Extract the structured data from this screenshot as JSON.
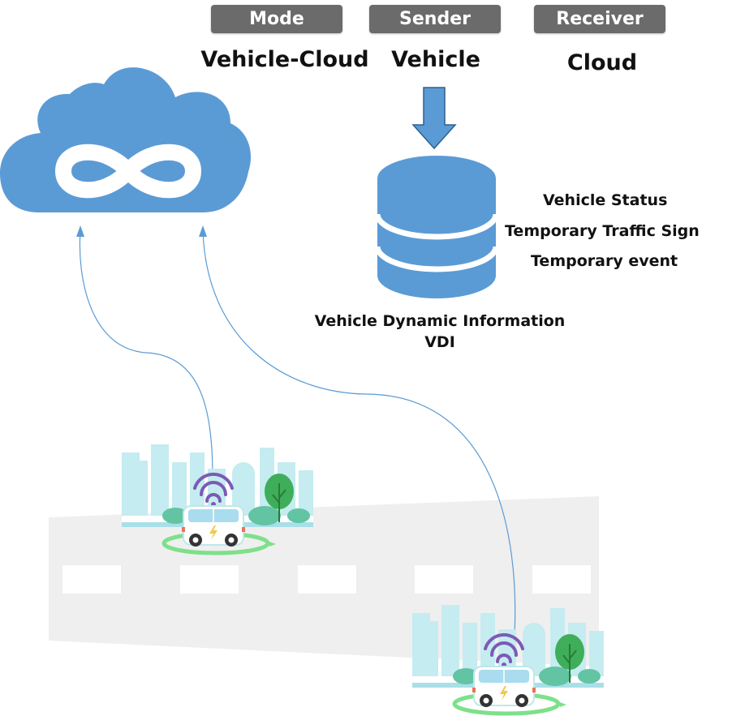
{
  "header": {
    "mode_label": "Mode",
    "sender_label": "Sender",
    "receiver_label": "Receiver",
    "mode_value": "Vehicle-Cloud",
    "sender_value": "Vehicle",
    "receiver_value": "Cloud"
  },
  "database": {
    "attributes": [
      "Vehicle Status",
      "Temporary Traffic Sign",
      "Temporary event"
    ],
    "caption_line1": "Vehicle Dynamic Information",
    "caption_line2": "VDI"
  },
  "colors": {
    "pill_bg": "#6b6b6b",
    "cloud": "#5b9bd5",
    "database": "#5b9bd5",
    "arrow": "#5b9bd5",
    "link_line": "#5b9bd5",
    "road": "#efefef",
    "wifi": "#7b5bb5",
    "city": "#bfe7ec",
    "ring": "#7ee08a"
  },
  "icons": [
    "cloud-infinity-icon",
    "database-icon",
    "down-arrow-icon",
    "wifi-icon",
    "car-icon",
    "tree-icon"
  ]
}
